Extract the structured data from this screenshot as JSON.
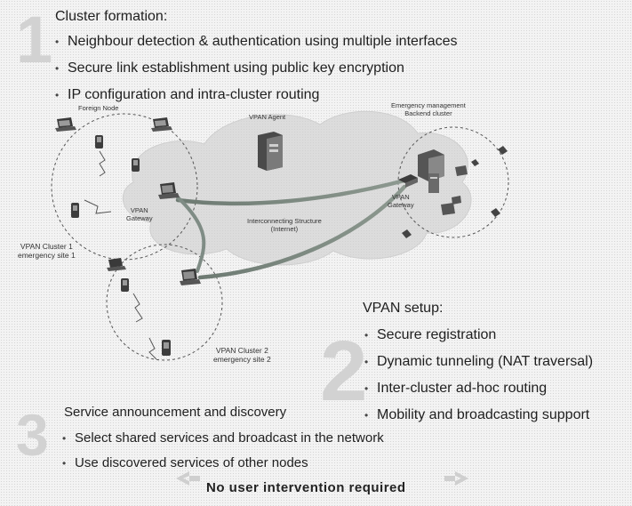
{
  "section1": {
    "number": "1",
    "title": "Cluster formation:",
    "items": [
      "Neighbour detection & authentication using multiple interfaces",
      "Secure link establishment using public key encryption",
      "IP configuration and intra-cluster routing"
    ]
  },
  "section2": {
    "number": "2",
    "title": "VPAN setup:",
    "items": [
      "Secure registration",
      "Dynamic tunneling (NAT traversal)",
      "Inter-cluster ad-hoc routing",
      "Mobility and broadcasting support"
    ]
  },
  "section3": {
    "number": "3",
    "title": "Service announcement and discovery",
    "items": [
      "Select shared services and broadcast in the network",
      "Use discovered services of other nodes"
    ]
  },
  "banner": {
    "text": "No user intervention required"
  },
  "diagram": {
    "foreign_node": "Foreign Node",
    "vpan_agent": "VPAN Agent",
    "backend_line1": "Emergency management",
    "backend_line2": "Backend cluster",
    "vpan_gateway_line1": "VPAN",
    "vpan_gateway_line2": "Gateway",
    "backend_gateway_line1": "VPAN",
    "backend_gateway_line2": "Gateway",
    "interconnect_line1": "Interconnecting Structure",
    "interconnect_line2": "(Internet)",
    "cluster1_line1": "VPAN Cluster 1",
    "cluster1_line2": "emergency site 1",
    "cluster2_line1": "VPAN Cluster 2",
    "cluster2_line2": "emergency site 2"
  },
  "colors": {
    "big_number": "#d2d2d2",
    "cloud": "#d9d9d9",
    "tunnel": "#7f8c85"
  }
}
